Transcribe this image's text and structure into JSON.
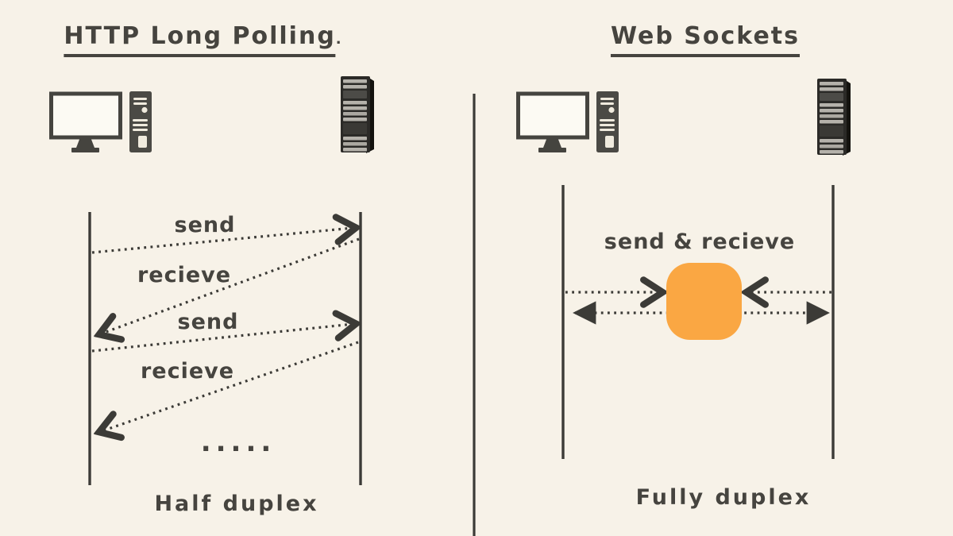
{
  "colors": {
    "background": "#F7F2E8",
    "ink": "#46443F",
    "line": "#3C3B37",
    "orange": "#FAA743",
    "screen": "#FCFAF3"
  },
  "left_panel": {
    "title": "HTTP Long Polling",
    "title_suffix": ".",
    "client_icon": "desktop-computer-icon",
    "server_icon": "server-tower-icon",
    "messages": [
      {
        "label": "send",
        "direction": "client-to-server"
      },
      {
        "label": "recieve",
        "direction": "server-to-client"
      },
      {
        "label": "send",
        "direction": "client-to-server"
      },
      {
        "label": "recieve",
        "direction": "server-to-client"
      }
    ],
    "ellipsis": ".....",
    "caption": "Half duplex"
  },
  "right_panel": {
    "title": "Web Sockets",
    "client_icon": "desktop-computer-icon",
    "server_icon": "server-tower-icon",
    "connection_label": "send & recieve",
    "caption": "Fully duplex"
  }
}
